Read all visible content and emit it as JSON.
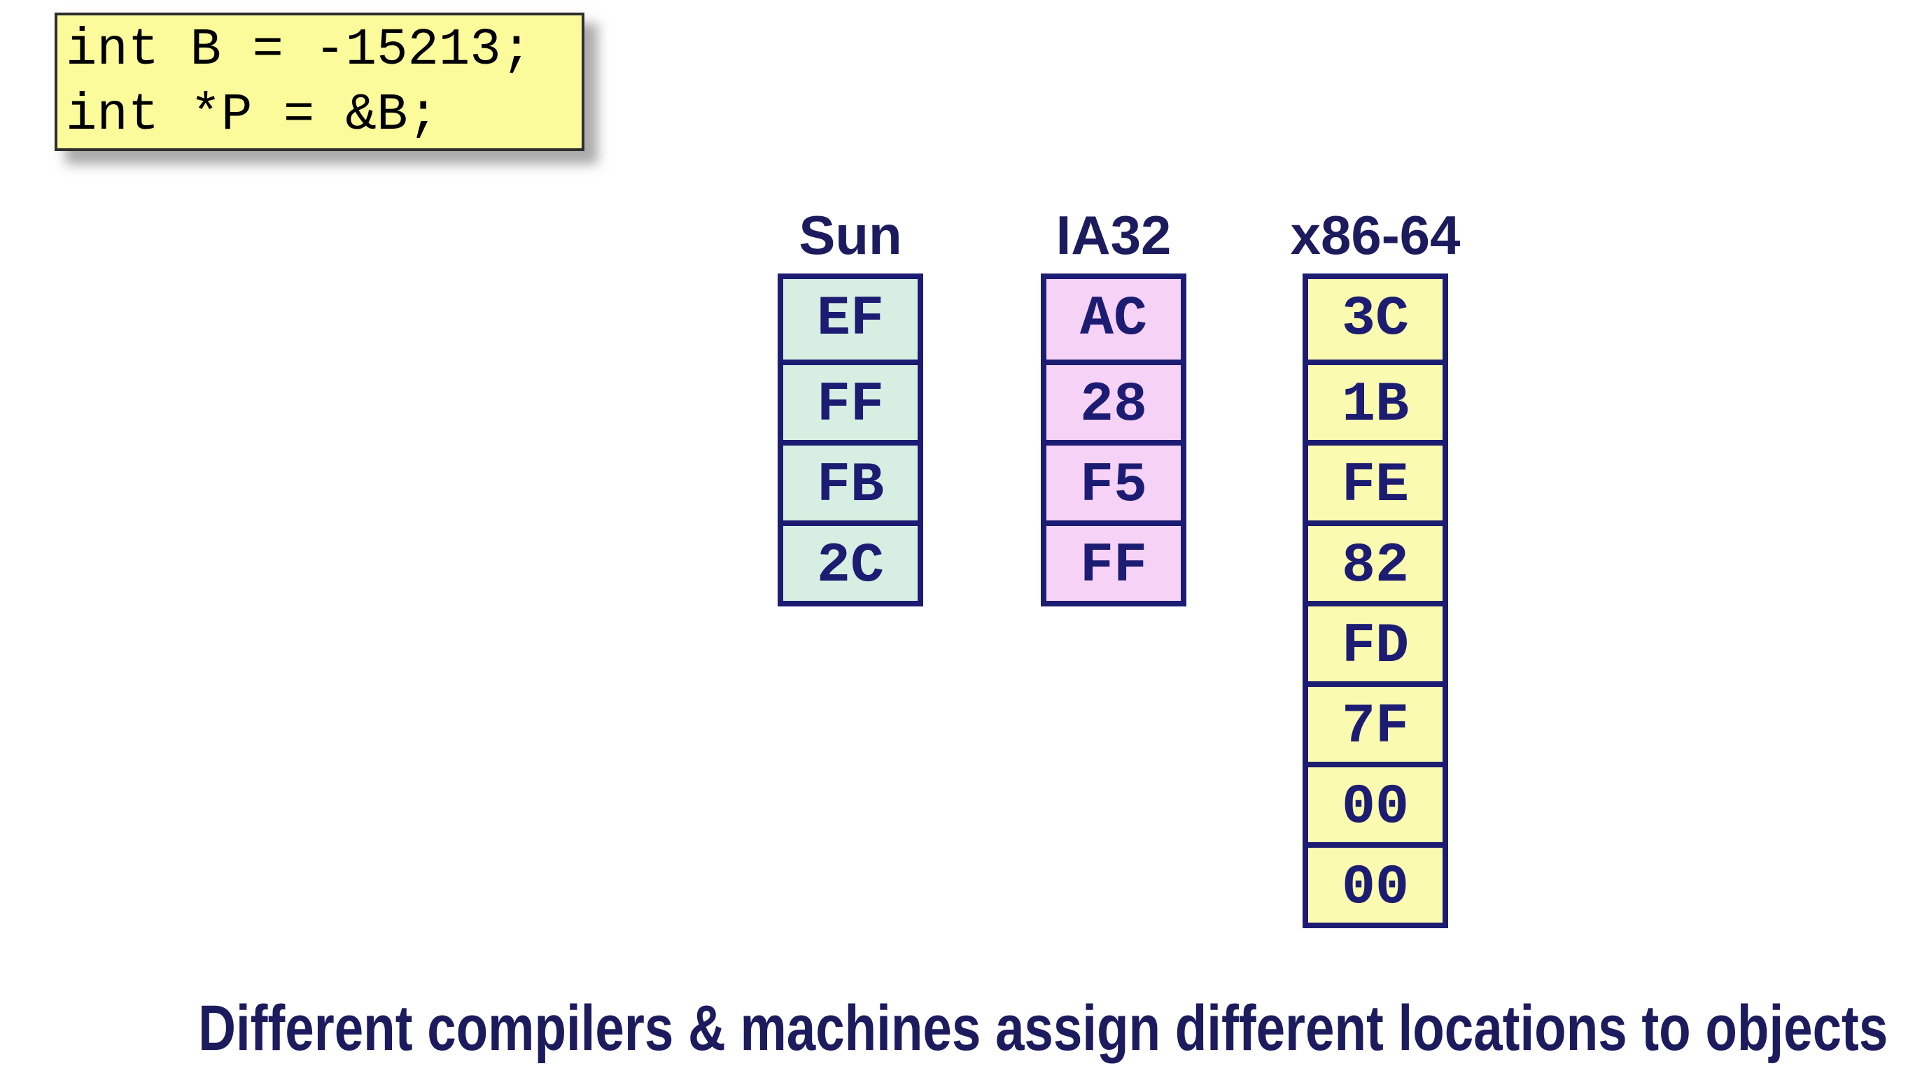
{
  "code_box": {
    "lines": [
      "int B = -15213;",
      "int *P = &B;"
    ],
    "background": "#fbfb9b"
  },
  "columns": [
    {
      "id": "sun",
      "label": "Sun",
      "fill": "#d6efe2",
      "bytes": [
        "EF",
        "FF",
        "FB",
        "2C"
      ]
    },
    {
      "id": "ia32",
      "label": "IA32",
      "fill": "#f6d2f6",
      "bytes": [
        "AC",
        "28",
        "F5",
        "FF"
      ]
    },
    {
      "id": "x86-64",
      "label": "x86-64",
      "fill": "#fafab0",
      "bytes": [
        "3C",
        "1B",
        "FE",
        "82",
        "FD",
        "7F",
        "00",
        "00"
      ]
    }
  ],
  "caption": "Different compilers & machines assign different locations to objects",
  "colors": {
    "border_navy": "#1c1c72",
    "text_navy": "#1b1b5e",
    "code_text": "#000000",
    "background": "#ffffff"
  }
}
